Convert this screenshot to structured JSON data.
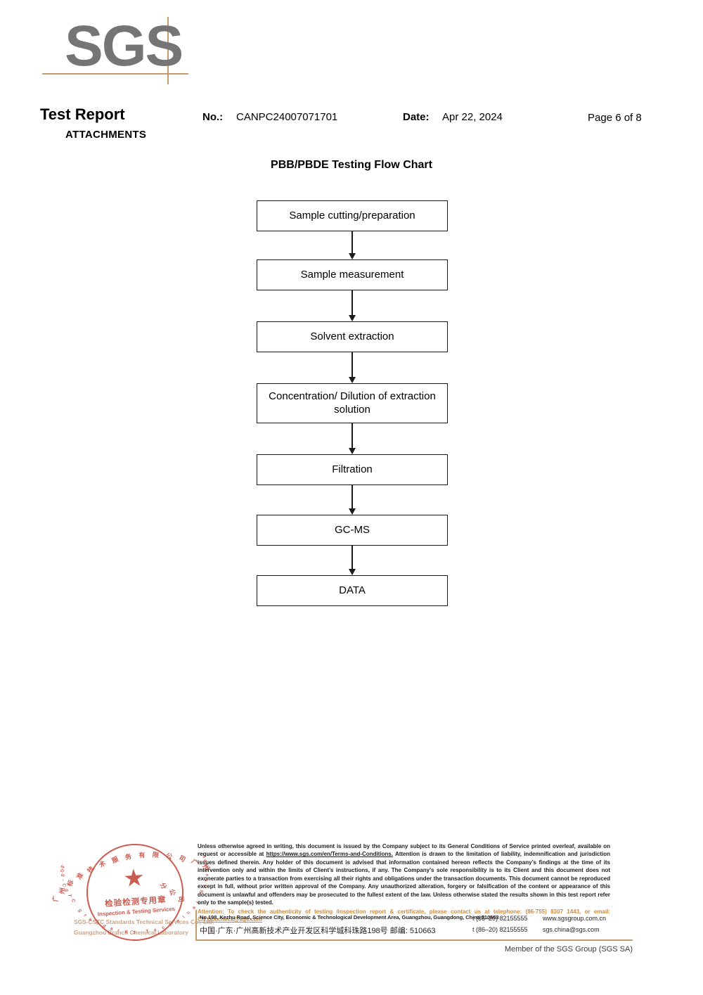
{
  "logo": {
    "brand": "SGS"
  },
  "header": {
    "title": "Test Report",
    "subtitle": "ATTACHMENTS",
    "no_label": "No.:",
    "no_value": "CANPC24007071701",
    "date_label": "Date:",
    "date_value": "Apr 22, 2024",
    "page": "Page 6 of 8"
  },
  "flow": {
    "title": "PBB/PBDE Testing Flow Chart",
    "nodes": [
      {
        "label": "Sample cutting/preparation"
      },
      {
        "label": "Sample measurement"
      },
      {
        "label": "Solvent extraction"
      },
      {
        "label": "Concentration/ Dilution of extraction solution"
      },
      {
        "label": "Filtration"
      },
      {
        "label": "GC-MS"
      },
      {
        "label": "DATA"
      }
    ]
  },
  "stamp": {
    "arc_top": "广州标准技术服务有限公司广州分公司",
    "star": "★",
    "cn_text": "检验检测专用章",
    "en_text": "Inspection & Testing Services",
    "arc_bottom": "SGS-CSTC Standards Technical Services",
    "faded_line1": "SGS-CSTC Standards Technical Services Co., Ltd.",
    "faded_line2": "Guangzhou Branch Chemical Laboratory"
  },
  "footer": {
    "legal_p1": "Unless otherwise agreed in writing, this document is issued by the Company subject to its General Conditions of Service printed overleaf, available on request or accessible at ",
    "legal_link": "https://www.sgs.com/en/Terms-and-Conditions.",
    "legal_p2": " Attention is drawn to the limitation of liability, indemnification and jurisdiction issues defined therein. Any holder of this document is advised that information contained hereon reflects the Company’s findings at the time of its intervention only and within the limits of Client’s instructions, if any. The Company’s sole responsibility is to its Client and this document does not exonerate parties to a transaction from exercising all their rights and obligations under the transaction documents. This document cannot be reproduced except in full, without prior written approval of the Company. Any unauthorized alteration, forgery or falsification of the content or appearance of this document is unlawful and offenders may be prosecuted to the fullest extent of the law. Unless otherwise stated the results shown in this test report refer only to the sample(s) tested.",
    "attention_p1": "Attention: To check the authenticity of testing /inspection report & certificate, please contact us at telephone: (86-755) 8307 1443, or email: ",
    "attention_email": "CN.Doccheck@sgs.com",
    "address_en": "No.198, Kezhu Road, Science City, Economic & Technological Development Area, Guangzhou, Guangdong, China 510663",
    "address_cn": "中国·广东·广州高新技术产业开发区科学城科珠路198号   邮编: 510663",
    "tel1": "t (86–20) 82155555",
    "tel2": "t (86–20) 82155555",
    "website": "www.sgsgroup.com.cn",
    "email": "sgs.china@sgs.com",
    "member": "Member of the SGS Group (SGS SA)"
  },
  "colors": {
    "accent": "#c79a6b",
    "logo_gray": "#757575",
    "attention": "#d08b3f",
    "stamp_red": "#c0392b"
  }
}
